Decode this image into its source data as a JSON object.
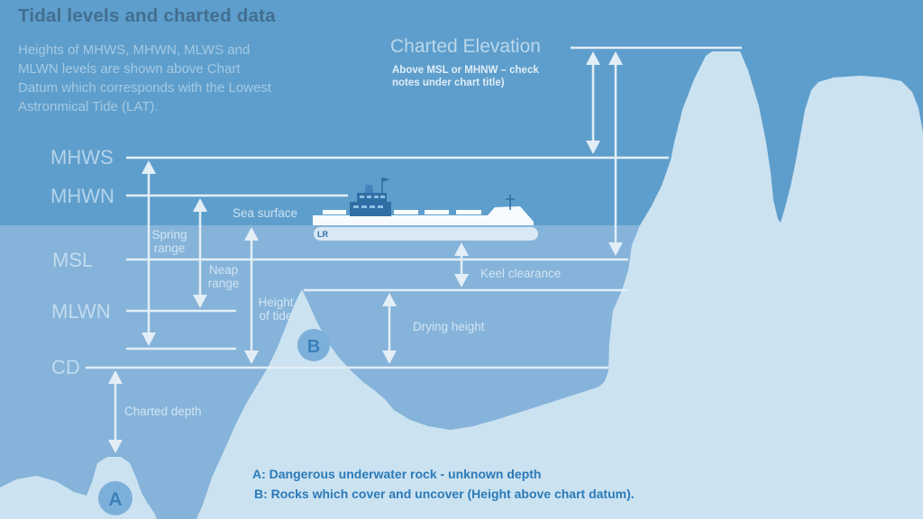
{
  "title": "Tidal levels and charted data",
  "intro": "Heights of MHWS, MHWN, MLWS and\nMLWN levels are shown above Chart\nDatum which corresponds with the Lowest\nAstronmical Tide (LAT).",
  "charted_elevation": {
    "title": "Charted Elevation",
    "note": "Above MSL or MHNW – check\nnotes under chart title)"
  },
  "levels": {
    "mhws": "MHWS",
    "mhwn": "MHWN",
    "msl": "MSL",
    "mlwn": "MLWN",
    "cd": "CD"
  },
  "annotations": {
    "sea_surface": "Sea surface",
    "spring_range": "Spring\nrange",
    "neap_range": "Neap\nrange",
    "height_of_tide": "Height\nof tide",
    "keel_clearance": "Keel clearance",
    "drying_height": "Drying height",
    "charted_depth": "Charted depth"
  },
  "markers": {
    "a": "A",
    "b": "B"
  },
  "ship": {
    "hull_mark": "LR"
  },
  "legend": {
    "a": "A: Dangerous underwater rock - unknown depth",
    "b": "B: Rocks which cover and uncover (Height above chart datum)."
  },
  "colors": {
    "sky": "#5E9ECC",
    "sea": "#85B3D9",
    "rock": "#CBE2F1",
    "line": "#E3EEF7",
    "title_text": "#426E90",
    "intro_text": "#A4C9E2",
    "legend_text": "#2B7AB8",
    "marker_fill": "#7CB0DA",
    "marker_letter": "#3B80BB",
    "ship_dark": "#2E6FA5"
  }
}
